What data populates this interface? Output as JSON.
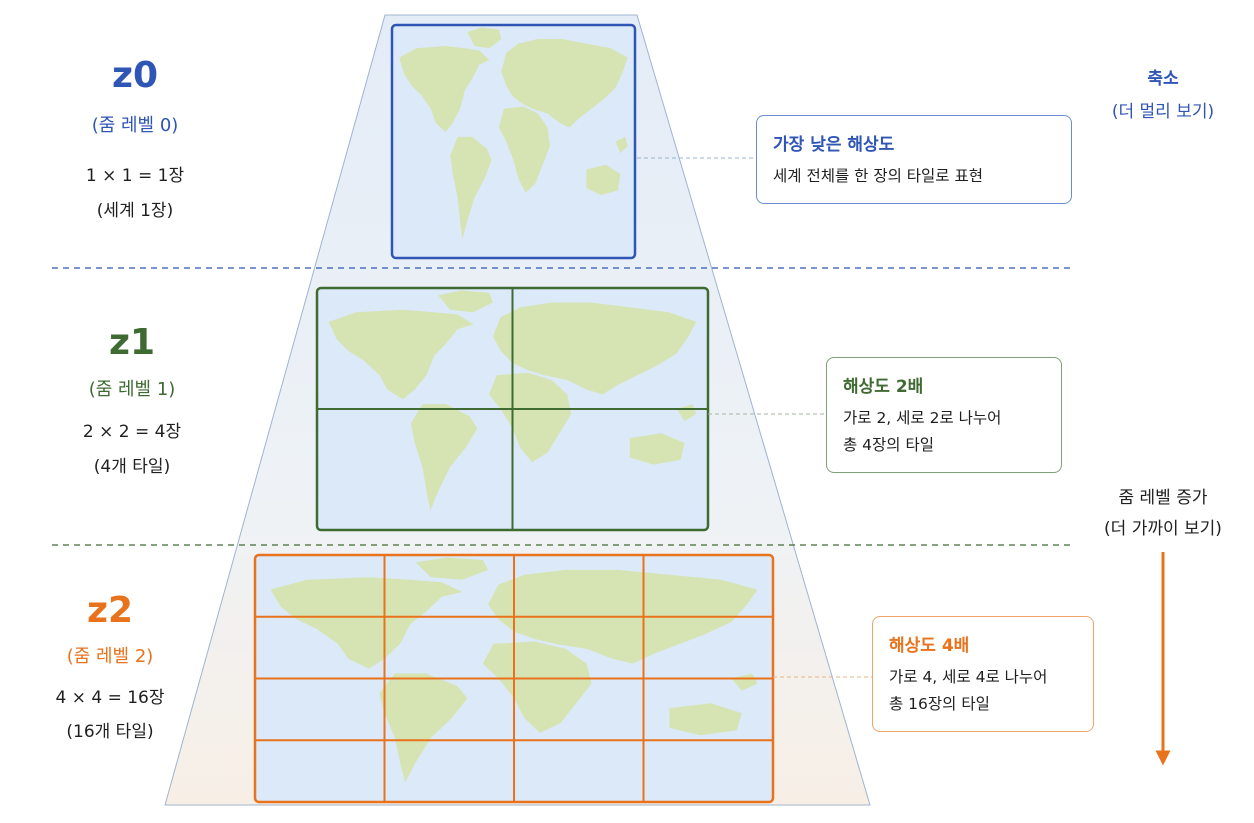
{
  "colors": {
    "z0": "#2f55b5",
    "z1": "#3f6b33",
    "z2": "#e8731c",
    "ocean": "#dbe9f8",
    "land": "#d6e4b4"
  },
  "levels": [
    {
      "title": "z0",
      "subtitle": "(줌 레벨 0)",
      "equation": "1 × 1 = 1장",
      "note": "(세계 1장)",
      "callout": {
        "title": "가장 낮은 해상도",
        "lines": [
          "세계 전체를 한 장의 타일로 표현"
        ]
      }
    },
    {
      "title": "z1",
      "subtitle": "(줌 레벨 1)",
      "equation": "2 × 2 = 4장",
      "note": "(4개 타일)",
      "callout": {
        "title": "해상도 2배",
        "lines": [
          "가로 2, 세로 2로 나누어",
          "총 4장의 타일"
        ]
      }
    },
    {
      "title": "z2",
      "subtitle": "(줌 레벨 2)",
      "equation": "4 × 4 = 16장",
      "note": "(16개 타일)",
      "callout": {
        "title": "해상도 4배",
        "lines": [
          "가로 4, 세로 4로 나누어",
          "총 16장의 타일"
        ]
      }
    }
  ],
  "axis": {
    "top_label": "축소",
    "top_sub": "(더 멀리 보기)",
    "mid_label": "줌 레벨 증가",
    "mid_sub": "(더 가까이 보기)"
  }
}
